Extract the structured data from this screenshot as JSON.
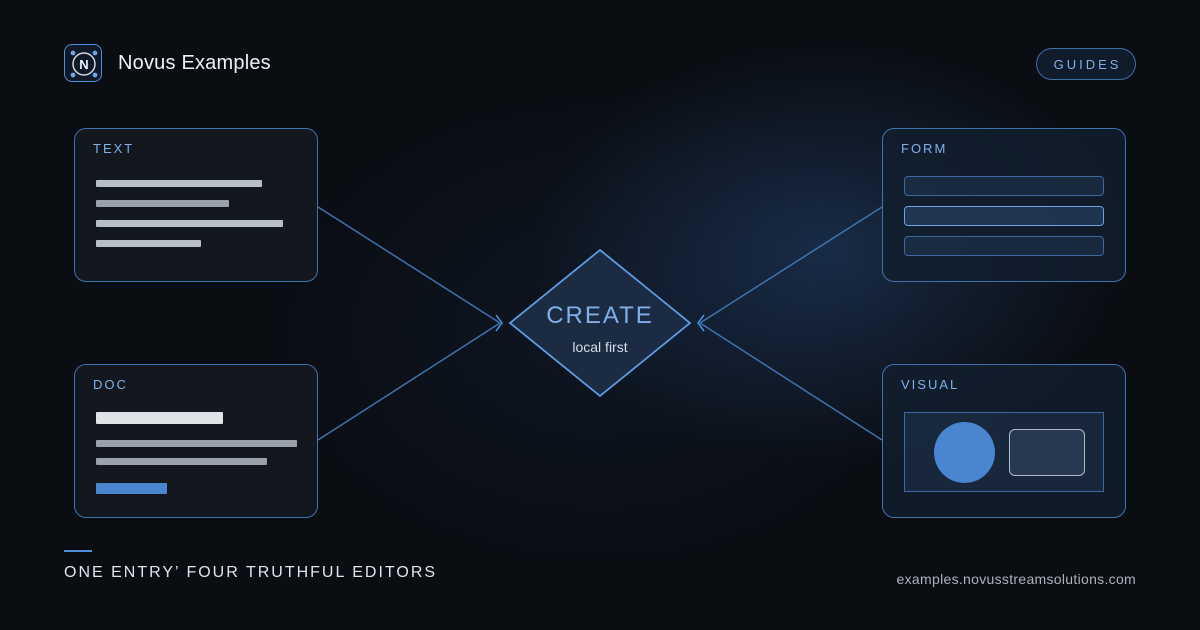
{
  "brand": {
    "logo_letter": "N",
    "name": "Novus Examples"
  },
  "header": {
    "guides_label": "GUIDES"
  },
  "cards": {
    "text": {
      "label": "TEXT"
    },
    "doc": {
      "label": "DOC"
    },
    "form": {
      "label": "FORM"
    },
    "visual": {
      "label": "VISUAL"
    }
  },
  "center": {
    "title": "CREATE",
    "subtitle": "local first"
  },
  "footer": {
    "tagline": "ONE ENTRY’ FOUR TRUTHFUL EDITORS",
    "url": "examples.novusstreamsolutions.com"
  },
  "colors": {
    "accent": "#4f8fd8",
    "accent_text": "#7fb0ea",
    "background": "#0a0d12",
    "card_border": "#3e73b0"
  },
  "icons": [
    "logo-icon"
  ]
}
